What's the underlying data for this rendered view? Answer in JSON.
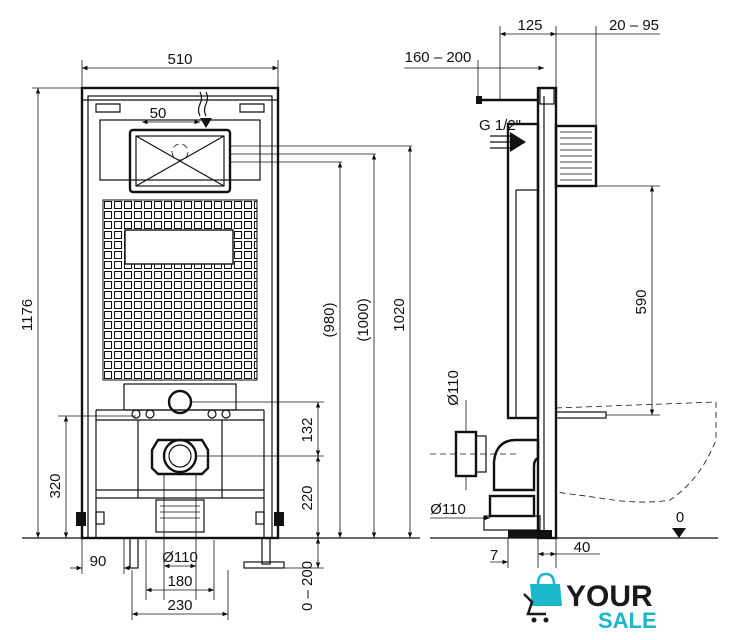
{
  "front_view": {
    "width_label": "510",
    "inlet_offset_label": "50",
    "total_height_label": "1176",
    "h_980_label": "(980)",
    "h_1000_label": "(1000)",
    "h_1020_label": "1020",
    "h_132_label": "132",
    "h_220_label": "220",
    "h_320_label": "320",
    "foot_90_label": "90",
    "drain_dia_label": "Ø110",
    "w_180_label": "180",
    "w_230_label": "230",
    "adjust_label": "0 – 200"
  },
  "side_view": {
    "depth_125_label": "125",
    "range_20_95_label": "20 – 95",
    "range_160_200_label": "160 – 200",
    "water_inlet_label": "G 1/2\"",
    "h_590_label": "590",
    "pipe_dia_label": "Ø110",
    "pipe_dia2_label": "Ø110",
    "gap_7_label": "7",
    "gap_40_label": "40",
    "floor_label": "0"
  },
  "logo": {
    "your_text": "YOUR",
    "sale_text": "SALE",
    "brand_color": "#1ab6c9"
  }
}
